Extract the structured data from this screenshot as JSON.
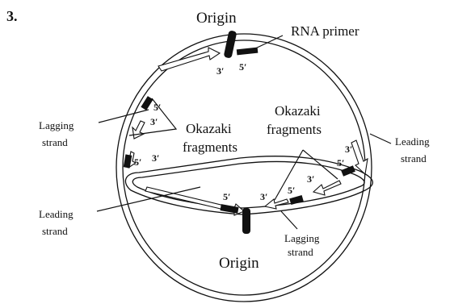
{
  "figure": {
    "number": "3.",
    "labels": {
      "origin_top": "Origin",
      "origin_bottom": "Origin",
      "rna_primer": "RNA primer",
      "okazaki_left_line1": "Okazaki",
      "okazaki_left_line2": "fragments",
      "okazaki_right_line1": "Okazaki",
      "okazaki_right_line2": "fragments",
      "lagging_left_line1": "Lagging",
      "lagging_left_line2": "strand",
      "leading_right_line1": "Leading",
      "leading_right_line2": "strand",
      "leading_left_line1": "Leading",
      "leading_left_line2": "strand",
      "lagging_bottom_line1": "Lagging",
      "lagging_bottom_line2": "strand"
    },
    "end_labels": {
      "prime3": "3′",
      "prime5": "5′"
    },
    "colors": {
      "ink": "#111111",
      "background": "#ffffff"
    }
  }
}
